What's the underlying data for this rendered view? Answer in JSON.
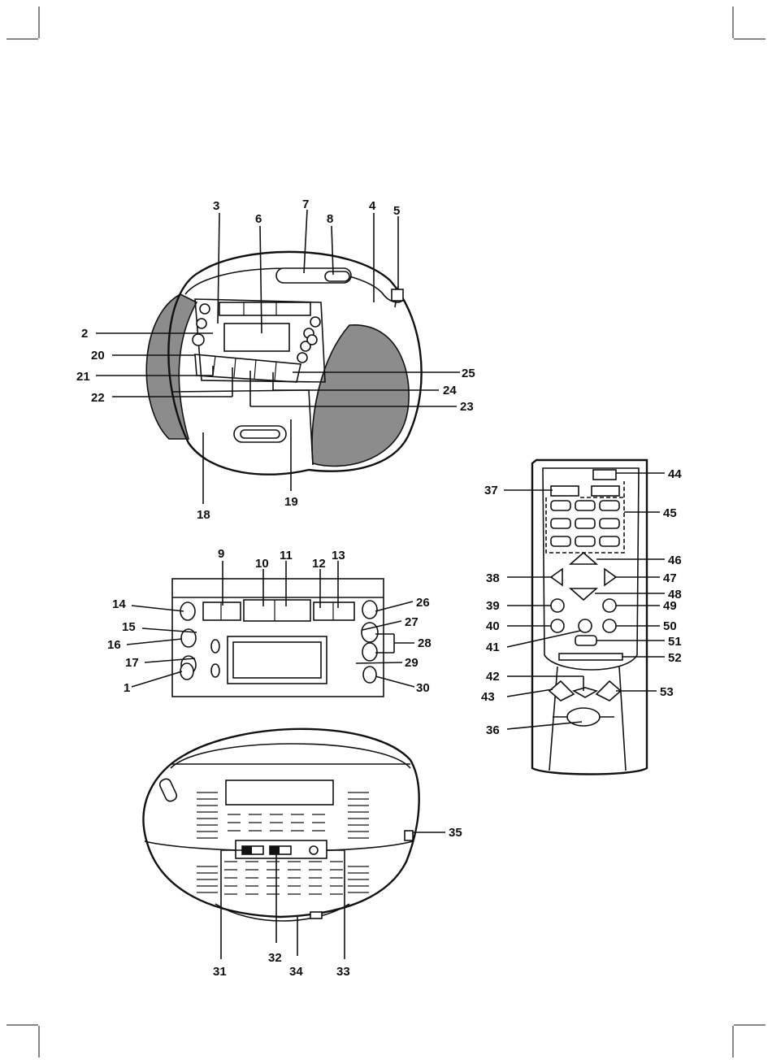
{
  "figure": {
    "title": "",
    "views": [
      "front-view",
      "control-panel-view",
      "rear-view",
      "remote-control-view"
    ]
  },
  "callouts": [
    {
      "id": "c1",
      "label": "1"
    },
    {
      "id": "c2",
      "label": "2"
    },
    {
      "id": "c3",
      "label": "3"
    },
    {
      "id": "c4",
      "label": "4"
    },
    {
      "id": "c5",
      "label": "5"
    },
    {
      "id": "c6",
      "label": "6"
    },
    {
      "id": "c7",
      "label": "7"
    },
    {
      "id": "c8",
      "label": "8"
    },
    {
      "id": "c9",
      "label": "9"
    },
    {
      "id": "c10",
      "label": "10"
    },
    {
      "id": "c11",
      "label": "11"
    },
    {
      "id": "c12",
      "label": "12"
    },
    {
      "id": "c13",
      "label": "13"
    },
    {
      "id": "c14",
      "label": "14"
    },
    {
      "id": "c15",
      "label": "15"
    },
    {
      "id": "c16",
      "label": "16"
    },
    {
      "id": "c17",
      "label": "17"
    },
    {
      "id": "c18",
      "label": "18"
    },
    {
      "id": "c19",
      "label": "19"
    },
    {
      "id": "c20",
      "label": "20"
    },
    {
      "id": "c21",
      "label": "21"
    },
    {
      "id": "c22",
      "label": "22"
    },
    {
      "id": "c23",
      "label": "23"
    },
    {
      "id": "c24",
      "label": "24"
    },
    {
      "id": "c25",
      "label": "25"
    },
    {
      "id": "c26",
      "label": "26"
    },
    {
      "id": "c27",
      "label": "27"
    },
    {
      "id": "c28",
      "label": "28"
    },
    {
      "id": "c29",
      "label": "29"
    },
    {
      "id": "c30",
      "label": "30"
    },
    {
      "id": "c31",
      "label": "31"
    },
    {
      "id": "c32",
      "label": "32"
    },
    {
      "id": "c33",
      "label": "33"
    },
    {
      "id": "c34",
      "label": "34"
    },
    {
      "id": "c35",
      "label": "35"
    },
    {
      "id": "c36",
      "label": "36"
    },
    {
      "id": "c37",
      "label": "37"
    },
    {
      "id": "c38",
      "label": "38"
    },
    {
      "id": "c39",
      "label": "39"
    },
    {
      "id": "c40",
      "label": "40"
    },
    {
      "id": "c41",
      "label": "41"
    },
    {
      "id": "c42",
      "label": "42"
    },
    {
      "id": "c43",
      "label": "43"
    },
    {
      "id": "c44",
      "label": "44"
    },
    {
      "id": "c45",
      "label": "45"
    },
    {
      "id": "c46",
      "label": "46"
    },
    {
      "id": "c47",
      "label": "47"
    },
    {
      "id": "c48",
      "label": "48"
    },
    {
      "id": "c49",
      "label": "49"
    },
    {
      "id": "c50",
      "label": "50"
    },
    {
      "id": "c51",
      "label": "51"
    },
    {
      "id": "c52",
      "label": "52"
    },
    {
      "id": "c53",
      "label": "53"
    }
  ],
  "colors": {
    "line": "#111111",
    "speaker_grille": "#8c8c8c",
    "background": "#ffffff"
  }
}
